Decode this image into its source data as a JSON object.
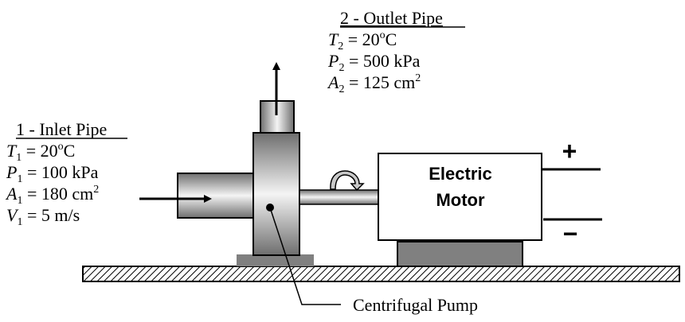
{
  "outlet": {
    "title": "2 - Outlet Pipe",
    "lines": [
      {
        "var": "T",
        "sub": "2",
        "rest": " = 20",
        "sup": "o",
        "tail": "C"
      },
      {
        "var": "P",
        "sub": "2",
        "rest": " = 500 kPa",
        "sup": "",
        "tail": ""
      },
      {
        "var": "A",
        "sub": "2",
        "rest": " = 125 cm",
        "sup": "2",
        "tail": ""
      }
    ]
  },
  "inlet": {
    "title": "1 - Inlet Pipe",
    "lines": [
      {
        "var": "T",
        "sub": "1",
        "rest": " = 20",
        "sup": "o",
        "tail": "C"
      },
      {
        "var": "P",
        "sub": "1",
        "rest": " = 100 kPa",
        "sup": "",
        "tail": ""
      },
      {
        "var": "A",
        "sub": "1",
        "rest": " = 180 cm",
        "sup": "2",
        "tail": ""
      },
      {
        "var": "V",
        "sub": "1",
        "rest": " = 5 m/s",
        "sup": "",
        "tail": ""
      }
    ]
  },
  "motor": {
    "line1": "Electric",
    "line2": "Motor"
  },
  "terminals": {
    "plus": "+",
    "minus": "−"
  },
  "pump_label": "Centrifugal Pump"
}
